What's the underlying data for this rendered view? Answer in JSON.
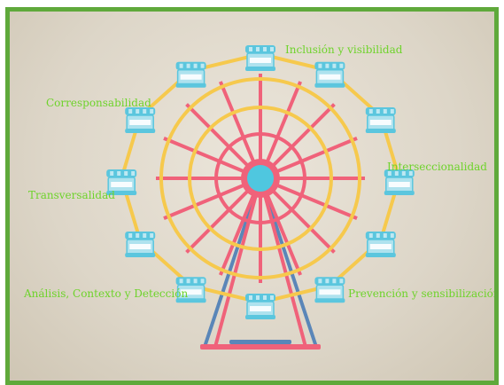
{
  "labels": {
    "top": "Inclusión y visibilidad",
    "upper_left": "Corresponsabilidad",
    "right": "Interseccionalidad",
    "left": "Transversalidad",
    "lower_left": "Análisis, Contexto y Detección",
    "lower_right": "Prevención y sensibilización"
  },
  "colors": {
    "border": "#5fa93b",
    "label": "#6ed32b",
    "rim": "#f6c94d",
    "spoke": "#f0627a",
    "hub": "#4fc7df",
    "support_blue": "#5a86b8",
    "support_pink": "#f0627a",
    "cabin_roof": "#5bc6de",
    "cabin_body": "#aee2ee"
  }
}
